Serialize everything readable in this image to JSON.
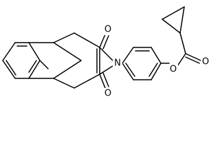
{
  "atoms": {
    "carbonyl_oxygen_top": "O",
    "imide_nitrogen": "N",
    "carbonyl_oxygen_bottom": "O",
    "ester_oxygen": "O",
    "ester_carbonyl_oxygen": "O"
  },
  "colors": {
    "bond": "#000000",
    "label": "#000000",
    "background": "#ffffff"
  }
}
